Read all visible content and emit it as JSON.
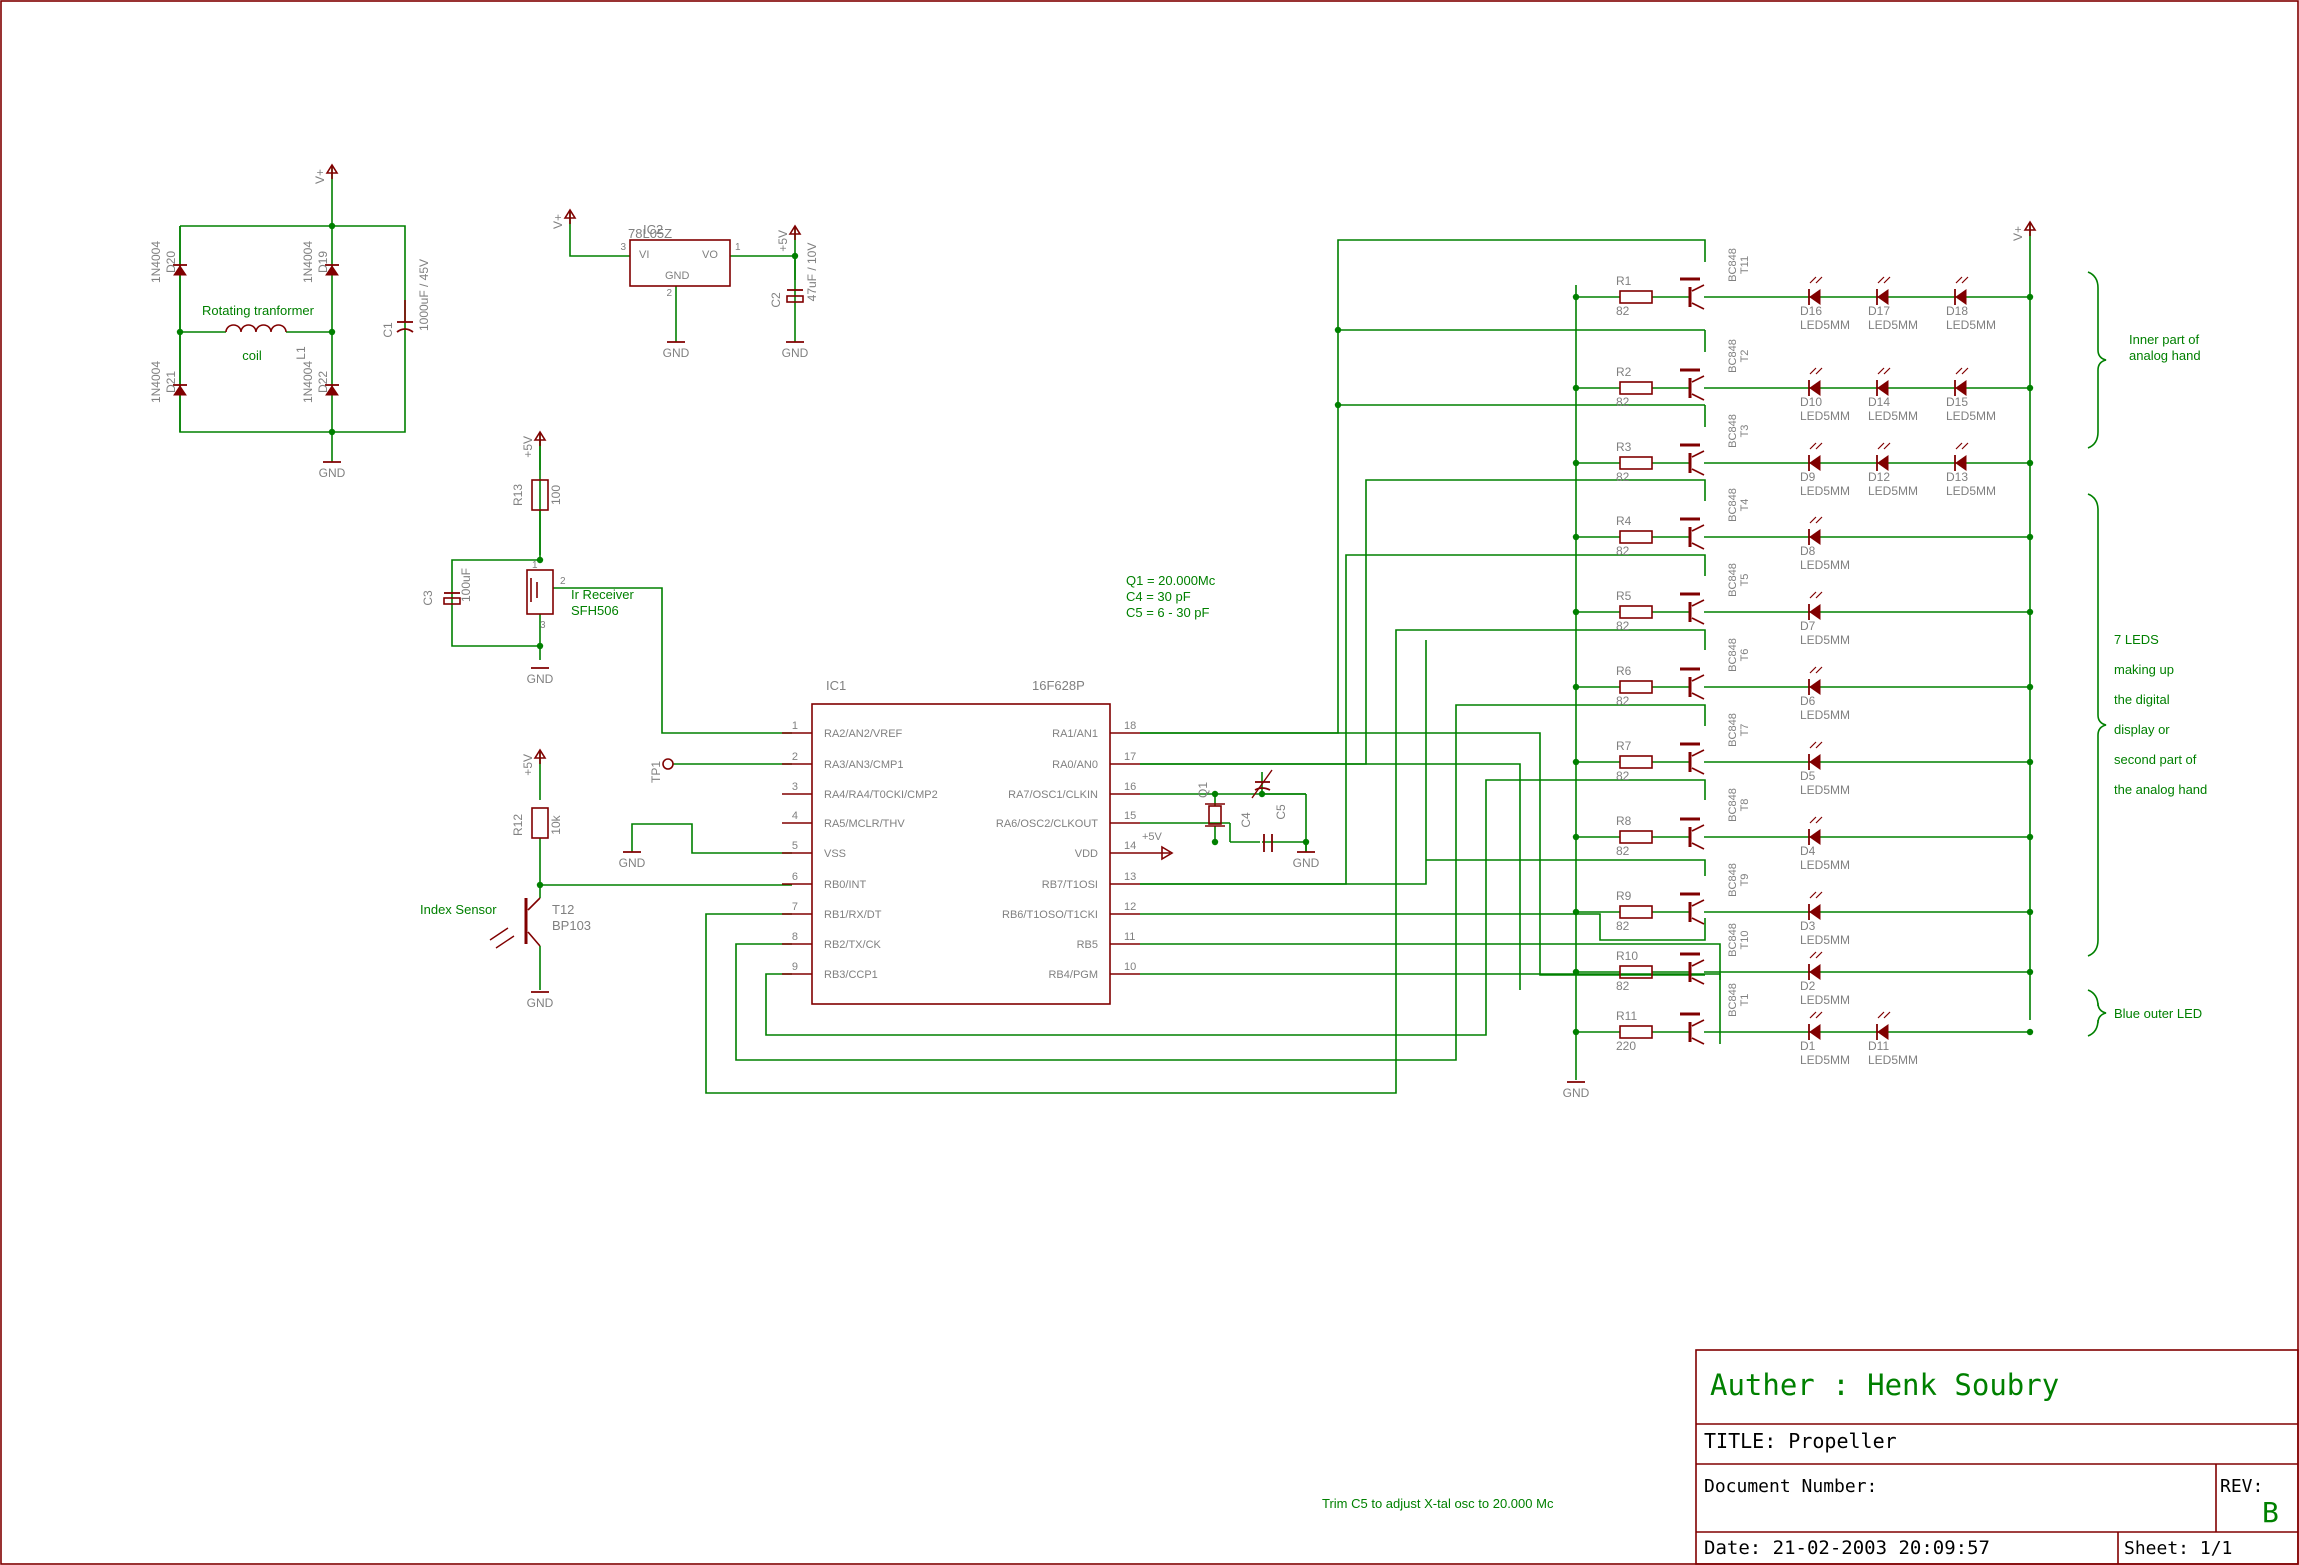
{
  "colors": {
    "wire": "#008000",
    "part": "#800000",
    "label": "#808080",
    "note": "#008000",
    "frame": "#800000",
    "dot": "#008000"
  },
  "notes": {
    "osc_q1": "Q1 = 20.000Mc",
    "osc_c4": "C4 = 30 pF",
    "osc_c5": "C5 = 6 - 30 pF",
    "trim": "Trim C5 to adjust X-tal osc to 20.000 Mc",
    "rotating_transformer": "Rotating tranformer",
    "coil": "coil",
    "ir_receiver": "Ir Receiver",
    "sfh506": "SFH506",
    "index_sensor": "Index Sensor",
    "inner1": "Inner part of",
    "inner2": "analog hand",
    "seven1": "7 LEDS",
    "seven2": "making up",
    "seven3": "the digital",
    "seven4": "display or",
    "seven5": "second part of",
    "seven6": "the analog hand",
    "blue": "Blue outer LED"
  },
  "power": {
    "vplus": "V+",
    "p5v": "+5V",
    "gnd": "GND"
  },
  "bridge": {
    "d20": "D20",
    "d19": "D19",
    "d21": "D21",
    "d22": "D22",
    "diode_type": "1N4004",
    "c1": "C1",
    "c1_val": "1000uF / 45V",
    "l1": "L1"
  },
  "regulator": {
    "name": "IC2",
    "type": "78L05Z",
    "vi": "VI",
    "vo": "VO",
    "gnd": "GND",
    "pin1": "3",
    "pin2": "1",
    "pin3": "2",
    "c2": "C2",
    "c2_val": "47uF / 10V"
  },
  "ir": {
    "r13": "R13",
    "r13_val": "100",
    "c3": "C3",
    "c3_val": "100uF",
    "pin1": "1",
    "pin2": "2",
    "pin3": "3"
  },
  "index": {
    "r12": "R12",
    "r12_val": "10k",
    "t12": "T12",
    "t12_type": "BP103"
  },
  "tp1": "TP1",
  "mcu": {
    "name": "IC1",
    "type": "16F628P",
    "left_pins": [
      {
        "num": "1",
        "label": "RA2/AN2/VREF"
      },
      {
        "num": "2",
        "label": "RA3/AN3/CMP1"
      },
      {
        "num": "3",
        "label": "RA4/RA4/T0CKI/CMP2"
      },
      {
        "num": "4",
        "label": "RA5/MCLR/THV"
      },
      {
        "num": "5",
        "label": "VSS"
      },
      {
        "num": "6",
        "label": "RB0/INT"
      },
      {
        "num": "7",
        "label": "RB1/RX/DT"
      },
      {
        "num": "8",
        "label": "RB2/TX/CK"
      },
      {
        "num": "9",
        "label": "RB3/CCP1"
      }
    ],
    "right_pins": [
      {
        "num": "18",
        "label": "RA1/AN1"
      },
      {
        "num": "17",
        "label": "RA0/AN0"
      },
      {
        "num": "16",
        "label": "RA7/OSC1/CLKIN"
      },
      {
        "num": "15",
        "label": "RA6/OSC2/CLKOUT"
      },
      {
        "num": "14",
        "label": "VDD"
      },
      {
        "num": "13",
        "label": "RB7/T1OSI"
      },
      {
        "num": "12",
        "label": "RB6/T1OSO/T1CKI"
      },
      {
        "num": "11",
        "label": "RB5"
      },
      {
        "num": "10",
        "label": "RB4/PGM"
      }
    ]
  },
  "osc": {
    "q1": "Q1",
    "c4": "C4",
    "c5": "C5"
  },
  "drivers": [
    {
      "r": "R1",
      "rv": "82",
      "t": "T11",
      "tt": "BC848",
      "leds": [
        [
          "D16",
          "LED5MM"
        ],
        [
          "D17",
          "LED5MM"
        ],
        [
          "D18",
          "LED5MM"
        ]
      ]
    },
    {
      "r": "R2",
      "rv": "82",
      "t": "T2",
      "tt": "BC848",
      "leds": [
        [
          "D10",
          "LED5MM"
        ],
        [
          "D14",
          "LED5MM"
        ],
        [
          "D15",
          "LED5MM"
        ]
      ]
    },
    {
      "r": "R3",
      "rv": "82",
      "t": "T3",
      "tt": "BC848",
      "leds": [
        [
          "D9",
          "LED5MM"
        ],
        [
          "D12",
          "LED5MM"
        ],
        [
          "D13",
          "LED5MM"
        ]
      ]
    },
    {
      "r": "R4",
      "rv": "82",
      "t": "T4",
      "tt": "BC848",
      "leds": [
        [
          "D8",
          "LED5MM"
        ]
      ]
    },
    {
      "r": "R5",
      "rv": "82",
      "t": "T5",
      "tt": "BC848",
      "leds": [
        [
          "D7",
          "LED5MM"
        ]
      ]
    },
    {
      "r": "R6",
      "rv": "82",
      "t": "T6",
      "tt": "BC848",
      "leds": [
        [
          "D6",
          "LED5MM"
        ]
      ]
    },
    {
      "r": "R7",
      "rv": "82",
      "t": "T7",
      "tt": "BC848",
      "leds": [
        [
          "D5",
          "LED5MM"
        ]
      ]
    },
    {
      "r": "R8",
      "rv": "82",
      "t": "T8",
      "tt": "BC848",
      "leds": [
        [
          "D4",
          "LED5MM"
        ]
      ]
    },
    {
      "r": "R9",
      "rv": "82",
      "t": "T9",
      "tt": "BC848",
      "leds": [
        [
          "D3",
          "LED5MM"
        ]
      ]
    },
    {
      "r": "R10",
      "rv": "82",
      "t": "T10",
      "tt": "BC848",
      "leds": [
        [
          "D2",
          "LED5MM"
        ]
      ]
    },
    {
      "r": "R11",
      "rv": "220",
      "t": "T1",
      "tt": "BC848",
      "leds": [
        [
          "D1",
          "LED5MM"
        ],
        [
          "D11",
          "LED5MM"
        ]
      ]
    }
  ],
  "titleblock": {
    "author": "Auther : Henk Soubry",
    "title": "TITLE:  Propeller",
    "docnum": "Document Number:",
    "rev_label": "REV:",
    "rev": "B",
    "date": "Date: 21-02-2003 20:09:57",
    "sheet": "Sheet: 1/1"
  }
}
